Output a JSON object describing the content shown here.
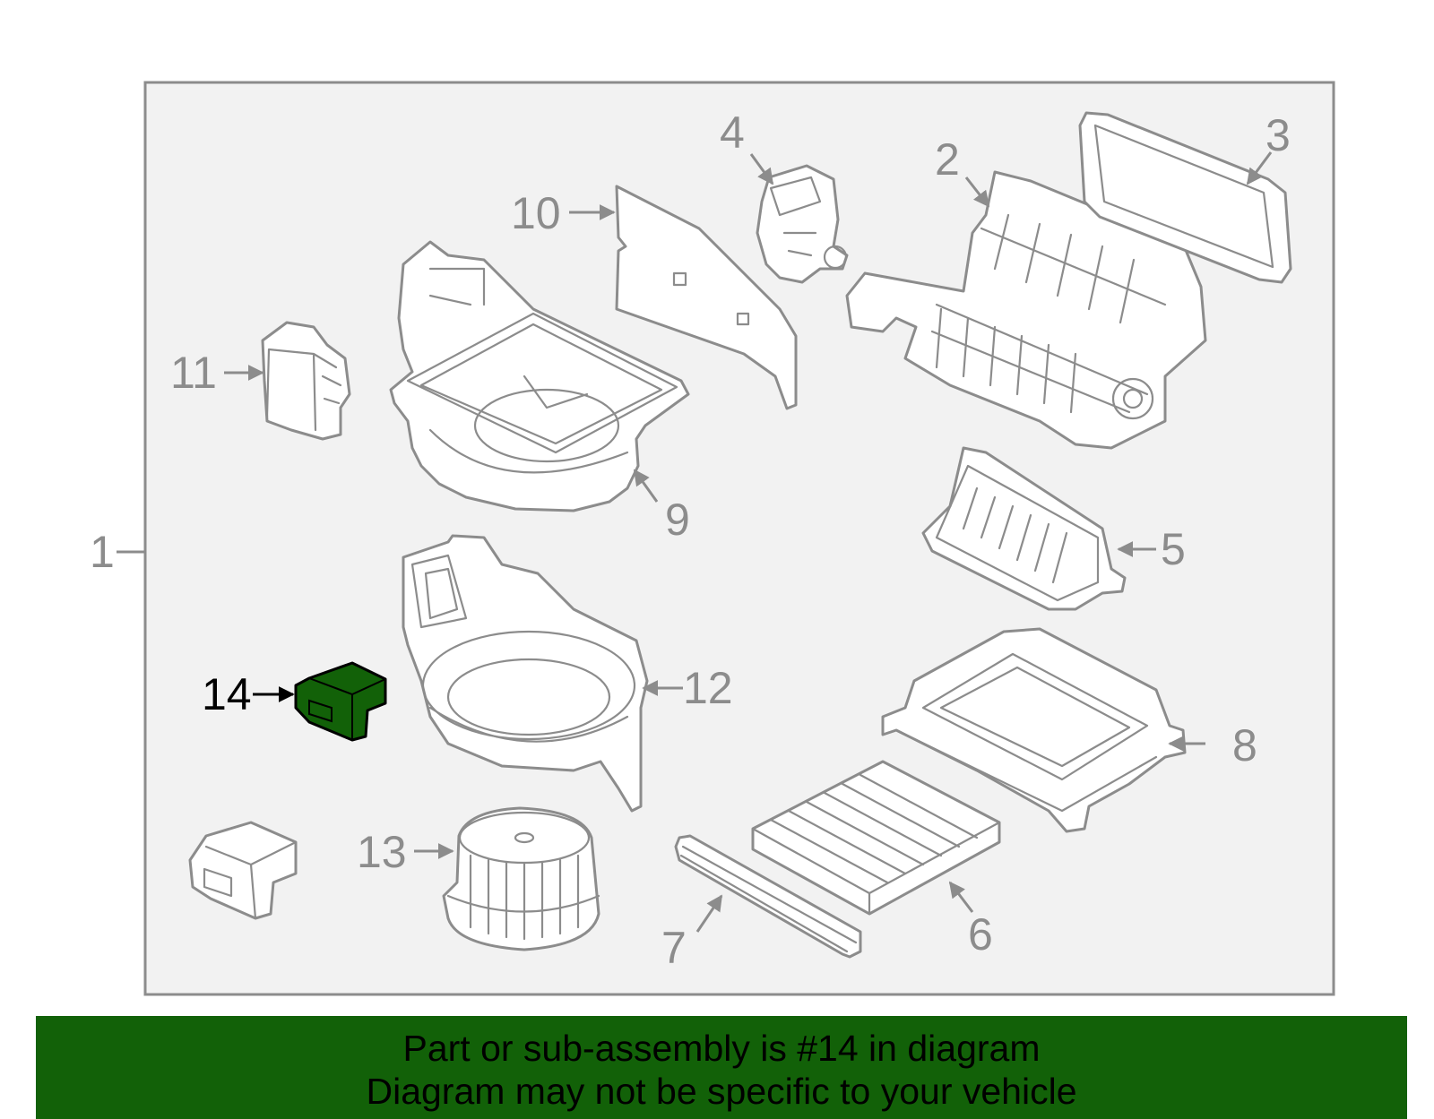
{
  "diagram": {
    "highlight_color": "#126108",
    "line_color": "#8c8c8c",
    "highlighted_part": "14",
    "callouts": [
      "1",
      "2",
      "3",
      "4",
      "5",
      "6",
      "7",
      "8",
      "9",
      "10",
      "11",
      "12",
      "13",
      "14"
    ]
  },
  "banner": {
    "background": "#126108",
    "line1": "Part or sub-assembly is #14 in diagram",
    "line2": "Diagram may not be specific to your vehicle"
  }
}
